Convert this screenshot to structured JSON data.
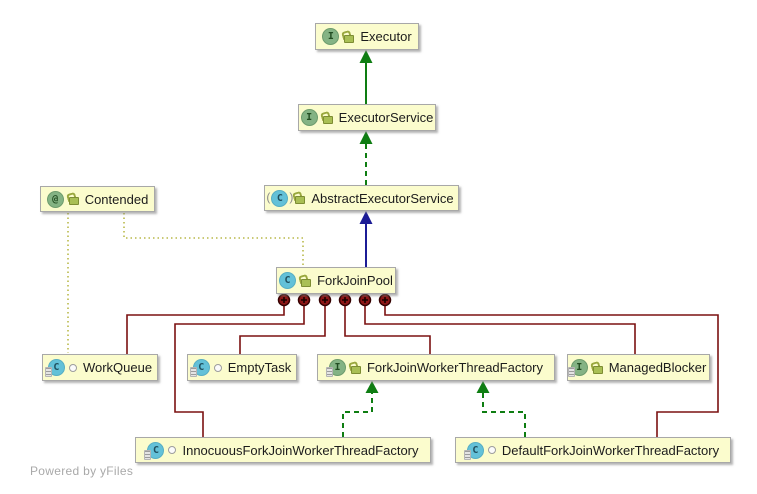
{
  "footer": {
    "powered_by": "Powered by yFiles"
  },
  "colors": {
    "node_fill": "#fbfccd",
    "green_edge": "#0e7d12",
    "blue_edge": "#1c1c96",
    "inner_class_edge": "#7b1111",
    "annotation_edge": "#b9b94a",
    "interface_icon": "#84b384",
    "class_icon": "#63c1d8"
  },
  "icons": {
    "interface_letter": "I",
    "class_letter": "C",
    "annotation_letter": "@",
    "abstract_paren_open": "(",
    "abstract_paren_close": ")"
  },
  "nodes": {
    "executor": {
      "label": "Executor",
      "kind": "interface",
      "visibility": "public"
    },
    "executorService": {
      "label": "ExecutorService",
      "kind": "interface",
      "visibility": "public"
    },
    "abstractExecutorService": {
      "label": "AbstractExecutorService",
      "kind": "abstract-class",
      "visibility": "public"
    },
    "contended": {
      "label": "Contended",
      "kind": "annotation",
      "visibility": "public"
    },
    "forkJoinPool": {
      "label": "ForkJoinPool",
      "kind": "class",
      "visibility": "public"
    },
    "workQueue": {
      "label": "WorkQueue",
      "kind": "static-class",
      "visibility": "package"
    },
    "emptyTask": {
      "label": "EmptyTask",
      "kind": "static-class",
      "visibility": "package"
    },
    "forkJoinWorkerThreadFactory": {
      "label": "ForkJoinWorkerThreadFactory",
      "kind": "static-interface",
      "visibility": "public"
    },
    "managedBlocker": {
      "label": "ManagedBlocker",
      "kind": "static-interface",
      "visibility": "public"
    },
    "innocuousForkJoinWorkerThreadFactory": {
      "label": "InnocuousForkJoinWorkerThreadFactory",
      "kind": "static-class",
      "visibility": "package"
    },
    "defaultForkJoinWorkerThreadFactory": {
      "label": "DefaultForkJoinWorkerThreadFactory",
      "kind": "static-class",
      "visibility": "package"
    }
  },
  "edges": [
    {
      "from": "ExecutorService",
      "to": "Executor",
      "type": "extends",
      "style": "solid-green-triangle"
    },
    {
      "from": "AbstractExecutorService",
      "to": "ExecutorService",
      "type": "implements",
      "style": "dashed-green-triangle"
    },
    {
      "from": "ForkJoinPool",
      "to": "AbstractExecutorService",
      "type": "extends",
      "style": "solid-blue-triangle"
    },
    {
      "from": "InnocuousForkJoinWorkerThreadFactory",
      "to": "ForkJoinWorkerThreadFactory",
      "type": "implements",
      "style": "dashed-green-triangle"
    },
    {
      "from": "DefaultForkJoinWorkerThreadFactory",
      "to": "ForkJoinWorkerThreadFactory",
      "type": "implements",
      "style": "dashed-green-triangle"
    },
    {
      "from": "ForkJoinPool",
      "to": "WorkQueue",
      "type": "inner-class",
      "style": "dark-red-plus-circle"
    },
    {
      "from": "ForkJoinPool",
      "to": "EmptyTask",
      "type": "inner-class",
      "style": "dark-red-plus-circle"
    },
    {
      "from": "ForkJoinPool",
      "to": "ForkJoinWorkerThreadFactory",
      "type": "inner-class",
      "style": "dark-red-plus-circle"
    },
    {
      "from": "ForkJoinPool",
      "to": "ManagedBlocker",
      "type": "inner-class",
      "style": "dark-red-plus-circle"
    },
    {
      "from": "ForkJoinPool",
      "to": "InnocuousForkJoinWorkerThreadFactory",
      "type": "inner-class",
      "style": "dark-red-plus-circle"
    },
    {
      "from": "ForkJoinPool",
      "to": "DefaultForkJoinWorkerThreadFactory",
      "type": "inner-class",
      "style": "dark-red-plus-circle"
    },
    {
      "from": "Contended",
      "to": "WorkQueue",
      "type": "annotated-by",
      "style": "dotted-olive"
    },
    {
      "from": "Contended",
      "to": "ForkJoinPool",
      "type": "annotated-by",
      "style": "dotted-olive"
    }
  ]
}
